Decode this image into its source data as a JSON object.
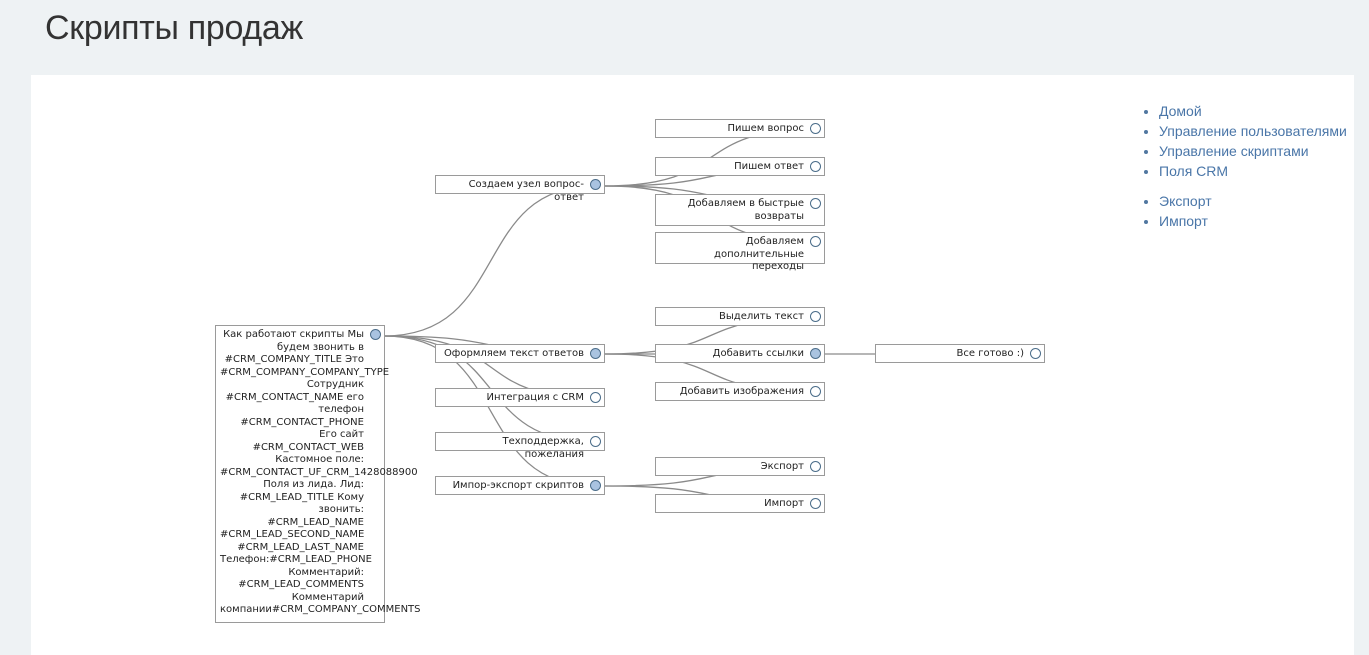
{
  "page": {
    "title": "Скрипты продаж"
  },
  "nav": {
    "items": [
      {
        "label": "Домой"
      },
      {
        "label": "Управление пользователями"
      },
      {
        "label": "Управление скриптами"
      },
      {
        "label": "Поля CRM"
      },
      {
        "label": "Экспорт"
      },
      {
        "label": "Импорт"
      }
    ]
  },
  "tree": {
    "nodes": {
      "root": {
        "label": "Как работают скрипты Мы будем звонить в #CRM_COMPANY_TITLE Это #CRM_COMPANY_COMPANY_TYPE Сотрудник #CRM_CONTACT_NAME его телефон #CRM_CONTACT_PHONE Его сайт #CRM_CONTACT_WEB Кастомное поле: #CRM_CONTACT_UF_CRM_1428088900 Поля из лида. Лид: #CRM_LEAD_TITLE Кому звонить: #CRM_LEAD_NAME #CRM_LEAD_SECOND_NAME #CRM_LEAD_LAST_NAME Телефон:#CRM_LEAD_PHONE Комментарий: #CRM_LEAD_COMMENTS Комментарий компании#CRM_COMPANY_COMMENTS"
      },
      "qa": {
        "label": "Создаем узел вопрос-ответ"
      },
      "qa_question": {
        "label": "Пишем вопрос"
      },
      "qa_answer": {
        "label": "Пишем ответ"
      },
      "qa_quick": {
        "label": "Добавляем в быстрые возвраты"
      },
      "qa_extra": {
        "label": "Добавляем дополнительные переходы"
      },
      "format": {
        "label": "Оформляем текст ответов"
      },
      "format_select": {
        "label": "Выделить текст"
      },
      "format_links": {
        "label": "Добавить ссылки"
      },
      "format_done": {
        "label": "Все готово :)"
      },
      "format_images": {
        "label": "Добавить изображения"
      },
      "crm": {
        "label": "Интеграция с CRM"
      },
      "support": {
        "label": "Техподдержка, пожелания"
      },
      "impexp": {
        "label": "Импор-экспорт скриптов"
      },
      "impexp_export": {
        "label": "Экспорт"
      },
      "impexp_import": {
        "label": "Импорт"
      }
    }
  }
}
